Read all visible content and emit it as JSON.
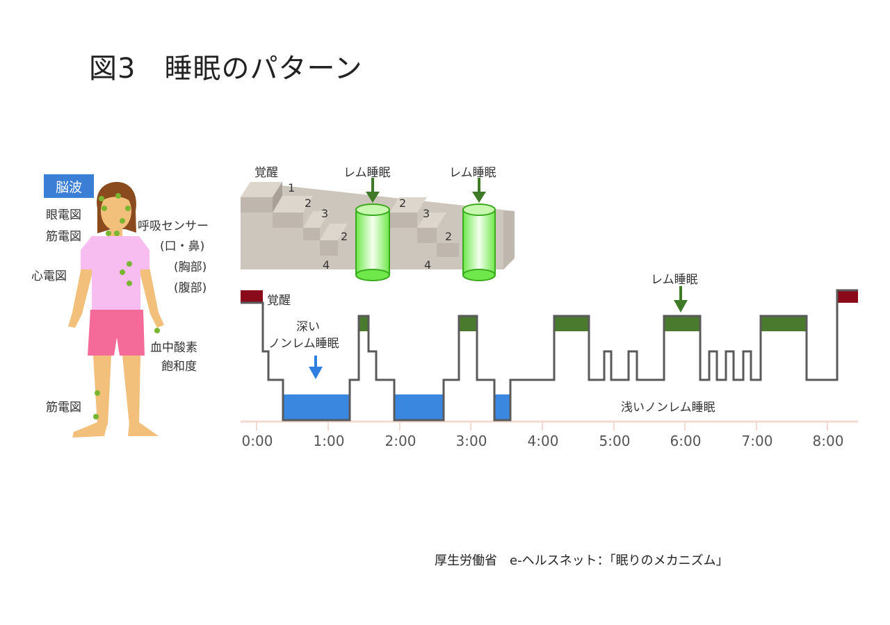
{
  "title": "図3　睡眠のパターン",
  "source": "厚生労働省　e-ヘルスネット：「眠りのメカニズム」",
  "body_labels": {
    "brainwave": "脳波",
    "eog": "眼電図",
    "emg_face": "筋電図",
    "resp": "呼吸センサー",
    "resp_mouth": "(口・鼻)",
    "resp_chest": "(胸部)",
    "resp_abdomen": "(腹部)",
    "ecg": "心電図",
    "spo2_1": "血中酸素",
    "spo2_2": "飽和度",
    "emg_leg": "筋電図"
  },
  "stairs": {
    "wake": "覚醒",
    "rem1": "レム睡眠",
    "rem2": "レム睡眠",
    "steps": [
      "1",
      "2",
      "3",
      "4",
      "2",
      "2",
      "3",
      "4",
      "2"
    ]
  },
  "hypnogram": {
    "wake": "覚醒",
    "deep_1": "深い",
    "deep_2": "ノンレム睡眠",
    "rem": "レム睡眠",
    "light": "浅いノンレム睡眠",
    "x_ticks": [
      "0:00",
      "1:00",
      "2:00",
      "3:00",
      "4:00",
      "5:00",
      "6:00",
      "7:00",
      "8:00"
    ]
  },
  "colors": {
    "wake": "#8b0a1a",
    "rem": "#4a7a2e",
    "deep": "#3a87e0",
    "line": "#555555",
    "arrow_green": "#3f7a28",
    "arrow_blue": "#2f7fe0",
    "badge": "#3a7fd5",
    "sensor": "#7ab531"
  }
}
